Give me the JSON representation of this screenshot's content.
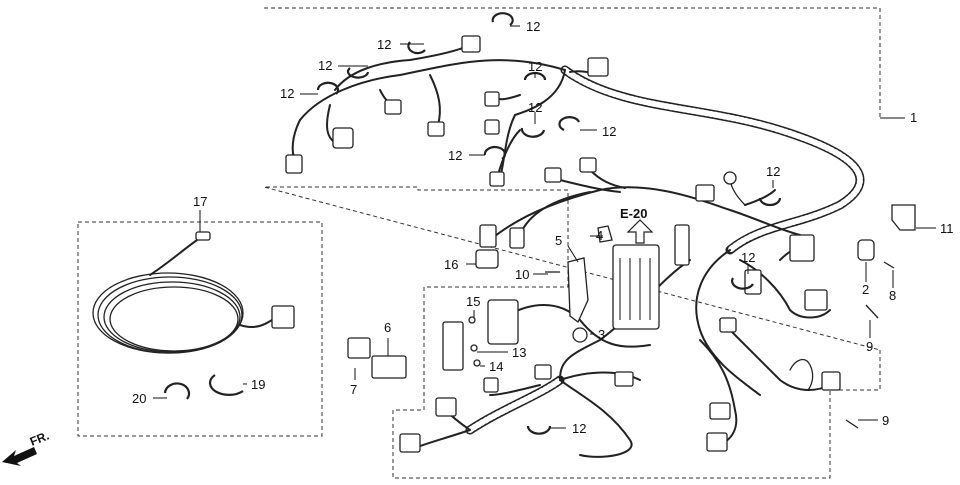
{
  "arrow_label": "FR.",
  "reference_label": "E-20",
  "callouts": {
    "c1": "1",
    "c2": "2",
    "c3": "3",
    "c4": "4",
    "c5": "5",
    "c6": "6",
    "c7": "7",
    "c8": "8",
    "c9": "9",
    "c10": "10",
    "c11": "11",
    "c12": "12",
    "c13": "13",
    "c14": "14",
    "c15": "15",
    "c16": "16",
    "c17": "17",
    "c19": "19",
    "c20": "20"
  }
}
